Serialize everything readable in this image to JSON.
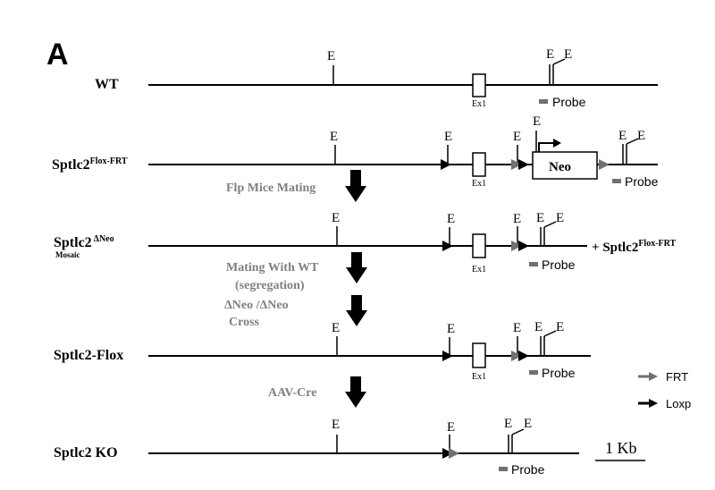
{
  "panel_letter": "A",
  "site_label": "E",
  "exon_label": "Ex1",
  "neo_label": "Neo",
  "probe_label": "Probe",
  "alleles": {
    "wt": "WT",
    "flox_frt_base": "Sptlc2",
    "flox_frt_sup": "Flox-FRT",
    "dneo_base": "Sptlc2",
    "dneo_sup": "ΔNeo",
    "dneo_sub": "Mosaic",
    "flox": "Sptlc2-Flox",
    "ko": "Sptlc2 KO"
  },
  "plus_prefix": "+ ",
  "steps": {
    "flp": "Flp Mice Mating",
    "mating_line1": "Mating With WT",
    "mating_line2": "(segregation)",
    "cross_line1": "ΔNeo /ΔNeo",
    "cross_line2": "Cross",
    "aav": "AAV-Cre"
  },
  "legend": {
    "frt": "FRT",
    "loxp": "Loxp"
  },
  "scale_label": "1 Kb",
  "colors": {
    "line": "#000000",
    "frt": "#707070",
    "probe": "#707070",
    "step_text": "#808080"
  }
}
